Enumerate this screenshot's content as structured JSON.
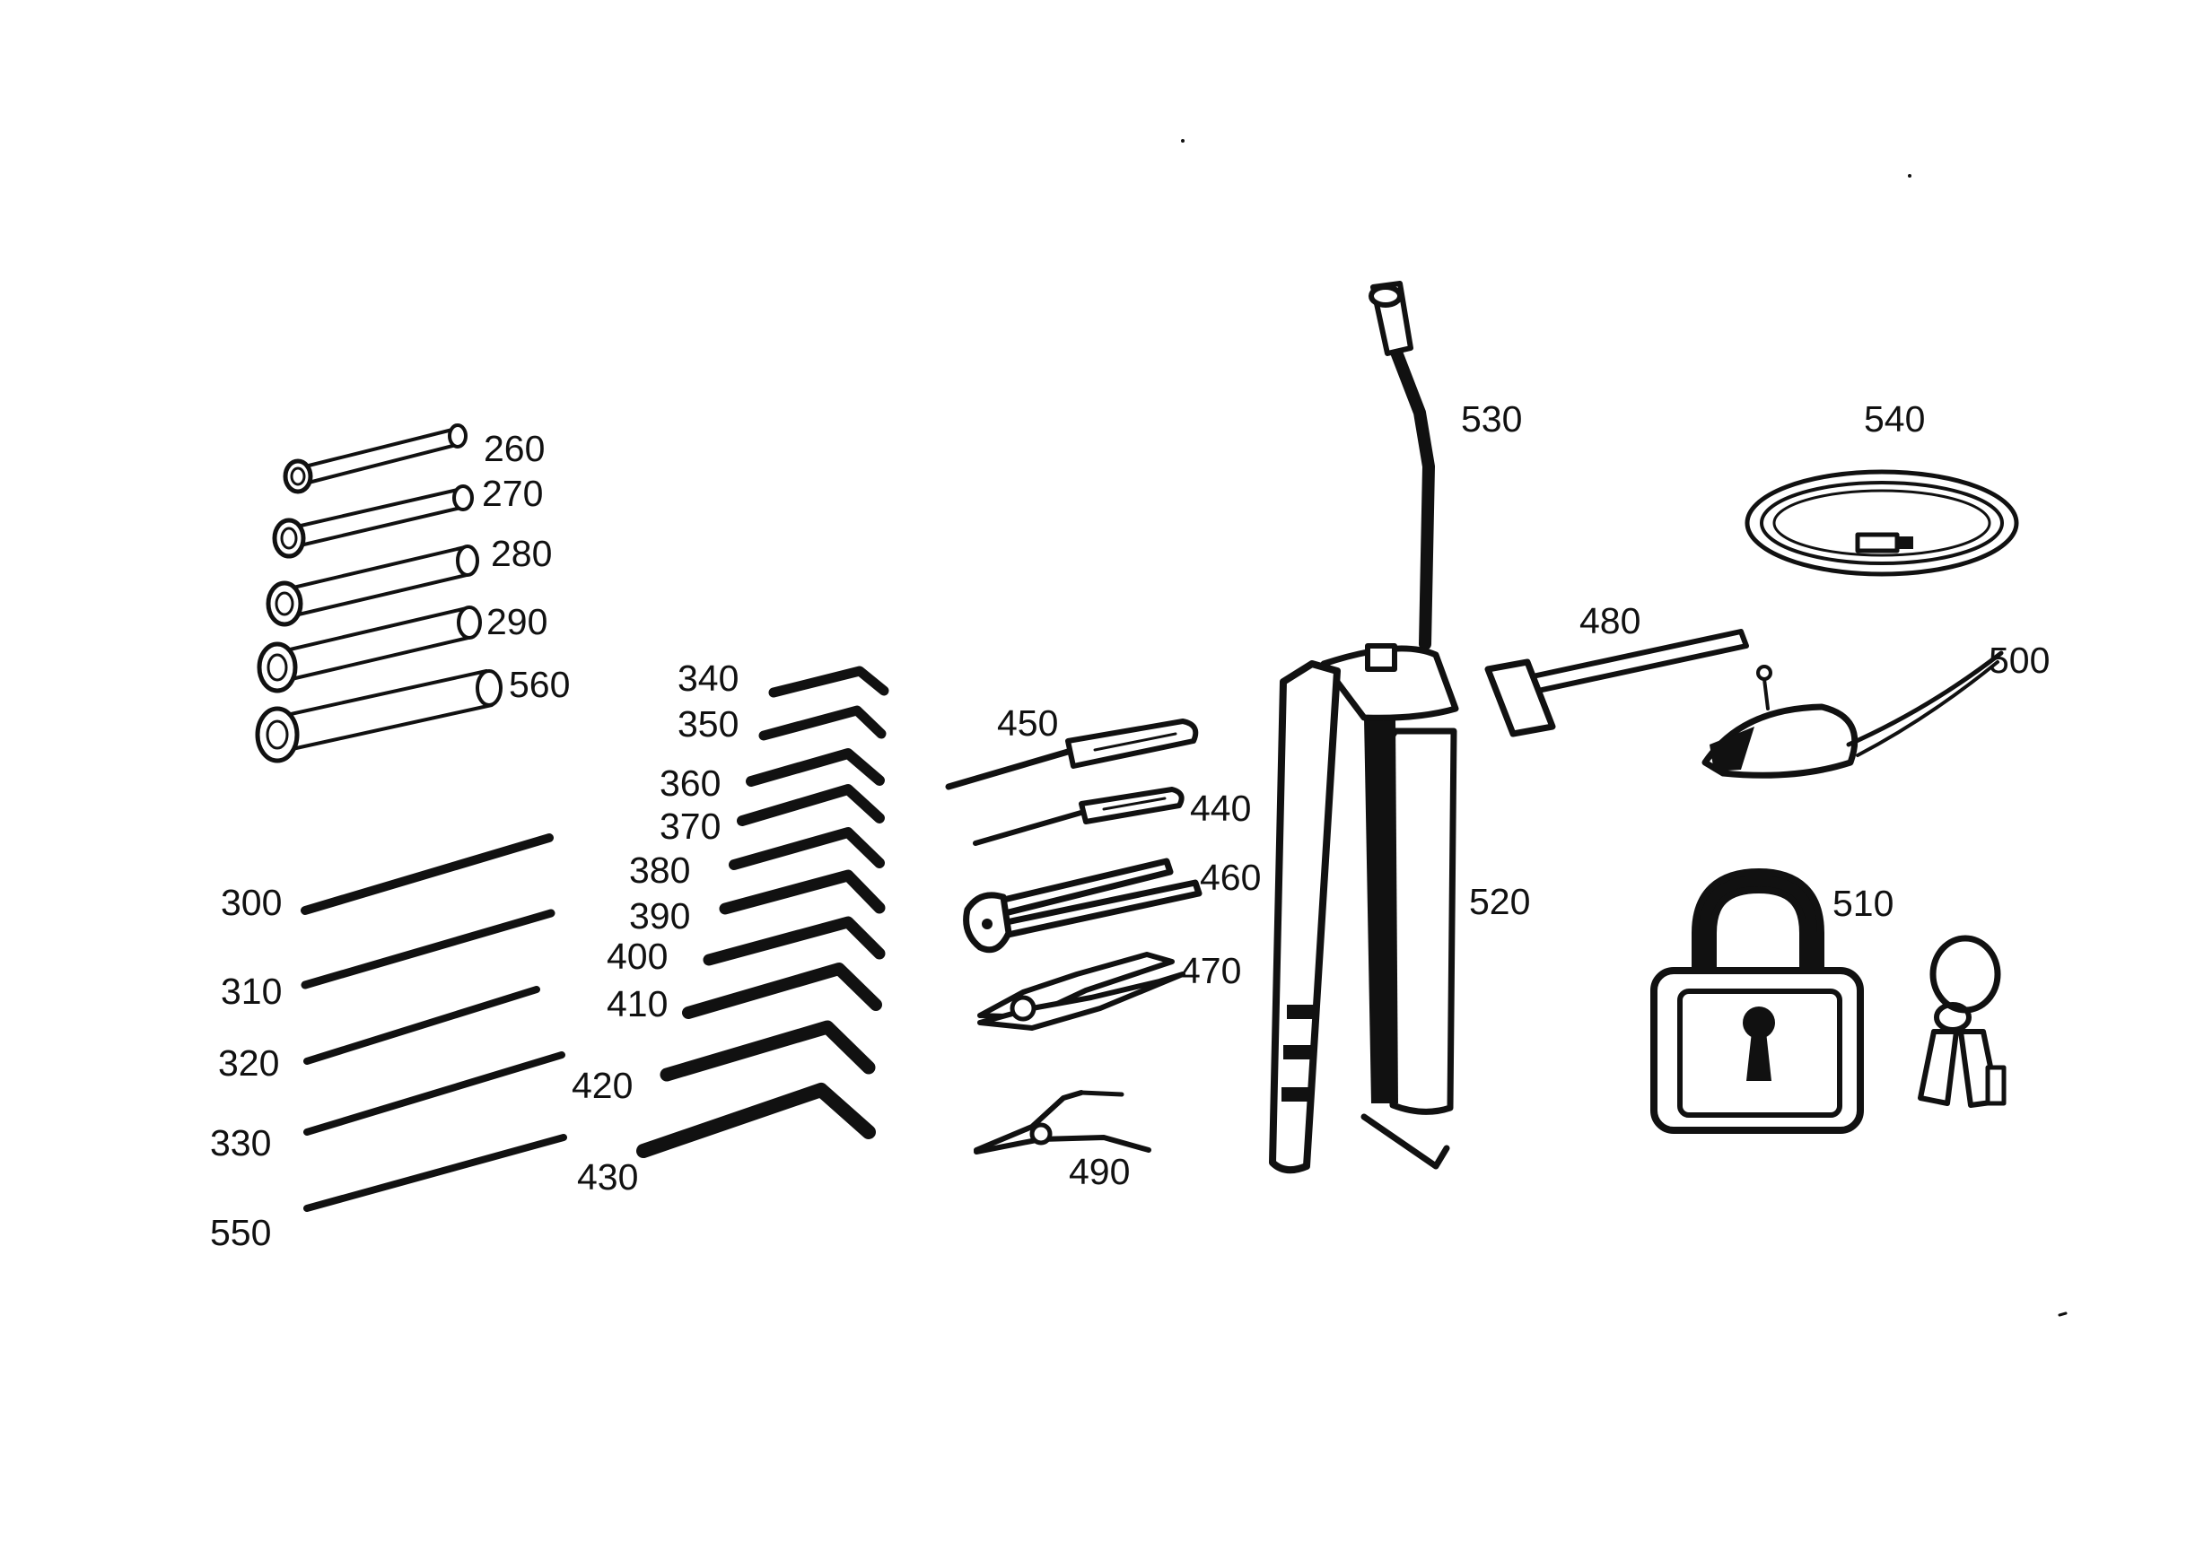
{
  "diagram": {
    "callouts": [
      {
        "key": "c260",
        "label": "260"
      },
      {
        "key": "c270",
        "label": "270"
      },
      {
        "key": "c280",
        "label": "280"
      },
      {
        "key": "c290",
        "label": "290"
      },
      {
        "key": "c560",
        "label": "560"
      },
      {
        "key": "c300",
        "label": "300"
      },
      {
        "key": "c310",
        "label": "310"
      },
      {
        "key": "c320",
        "label": "320"
      },
      {
        "key": "c330",
        "label": "330"
      },
      {
        "key": "c550",
        "label": "550"
      },
      {
        "key": "c340",
        "label": "340"
      },
      {
        "key": "c350",
        "label": "350"
      },
      {
        "key": "c360",
        "label": "360"
      },
      {
        "key": "c370",
        "label": "370"
      },
      {
        "key": "c380",
        "label": "380"
      },
      {
        "key": "c390",
        "label": "390"
      },
      {
        "key": "c400",
        "label": "400"
      },
      {
        "key": "c410",
        "label": "410"
      },
      {
        "key": "c420",
        "label": "420"
      },
      {
        "key": "c430",
        "label": "430"
      },
      {
        "key": "c450",
        "label": "450"
      },
      {
        "key": "c440",
        "label": "440"
      },
      {
        "key": "c460",
        "label": "460"
      },
      {
        "key": "c470",
        "label": "470"
      },
      {
        "key": "c490",
        "label": "490"
      },
      {
        "key": "c530",
        "label": "530"
      },
      {
        "key": "c520",
        "label": "520"
      },
      {
        "key": "c480",
        "label": "480"
      },
      {
        "key": "c540",
        "label": "540"
      },
      {
        "key": "c500",
        "label": "500"
      },
      {
        "key": "c510",
        "label": "510"
      }
    ]
  }
}
